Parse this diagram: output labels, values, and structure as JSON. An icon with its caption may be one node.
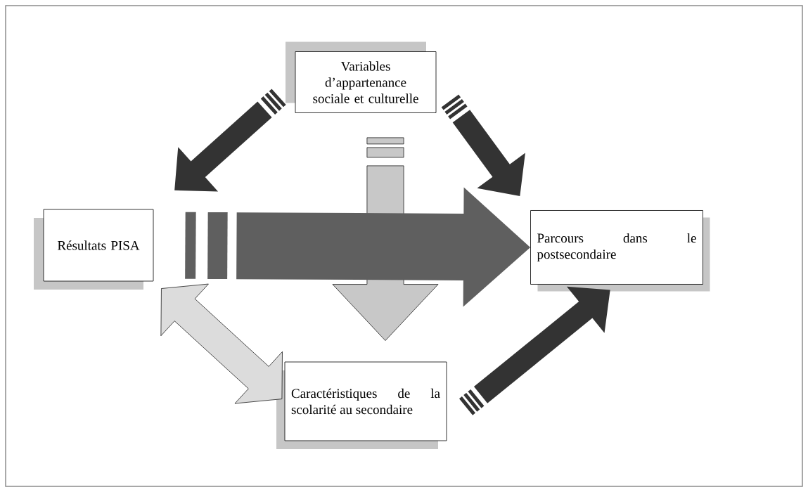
{
  "diagram": {
    "nodes": [
      {
        "text": [
          "Variables d’appartenance sociale et culturelle"
        ]
      },
      {
        "text": [
          "Résultats PISA"
        ]
      },
      {
        "text": [
          "Parcours dans le postsecondaire"
        ]
      },
      {
        "text": [
          "Caractéristiques de la scolarité au secondaire"
        ]
      }
    ],
    "edges": [
      {
        "from": 0,
        "to": 1,
        "arrow": "to"
      },
      {
        "from": 0,
        "to": 2,
        "arrow": "to"
      },
      {
        "from": 0,
        "to": 3,
        "arrow": "to",
        "color": "#c8c8c8"
      },
      {
        "from": 1,
        "to": 2,
        "arrow": "to",
        "color": "#5f5f5f",
        "style": "thick"
      },
      {
        "from": 1,
        "to": 3,
        "arrow": "both",
        "color": "#dcdcdc"
      },
      {
        "from": 3,
        "to": 2,
        "arrow": "to"
      }
    ]
  }
}
